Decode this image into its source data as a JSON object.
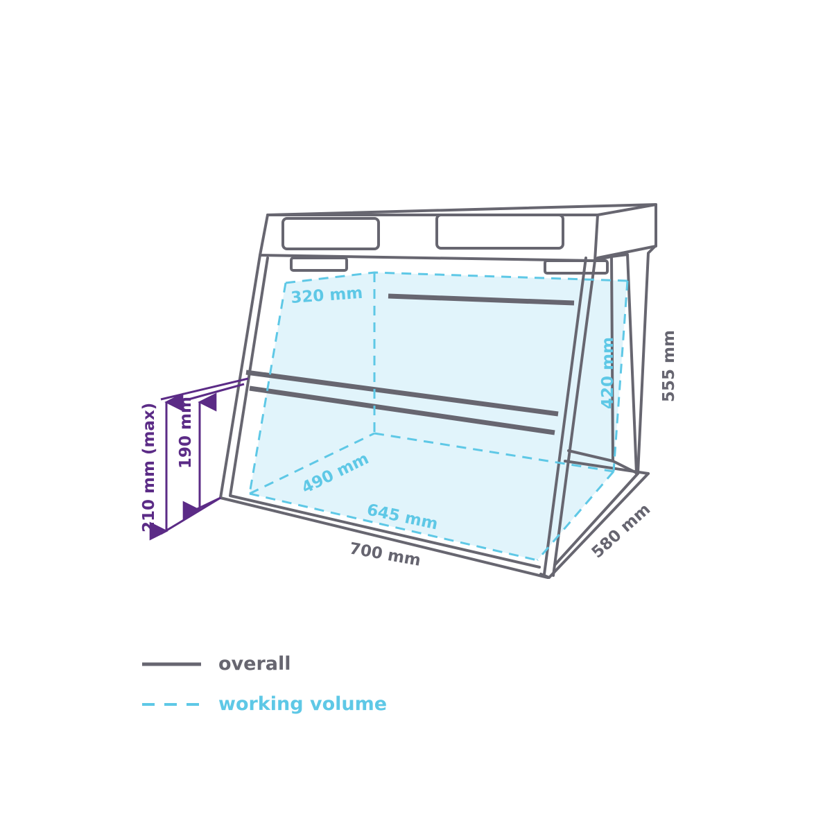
{
  "dimensions": {
    "overall_width": "700 mm",
    "overall_depth": "580 mm",
    "overall_height": "555 mm",
    "work_width": "645 mm",
    "work_depth": "490 mm",
    "work_height": "420 mm",
    "work_top_depth": "320 mm",
    "opening_max": "210 mm (max)",
    "opening": "190 mm"
  },
  "legend": {
    "overall": "overall",
    "working_volume": "working volume"
  },
  "colors": {
    "frame": "#676670",
    "working_volume": "#5ec8e6",
    "working_fill": "#e1f4fb",
    "opening_dimension": "#5b2b86"
  }
}
